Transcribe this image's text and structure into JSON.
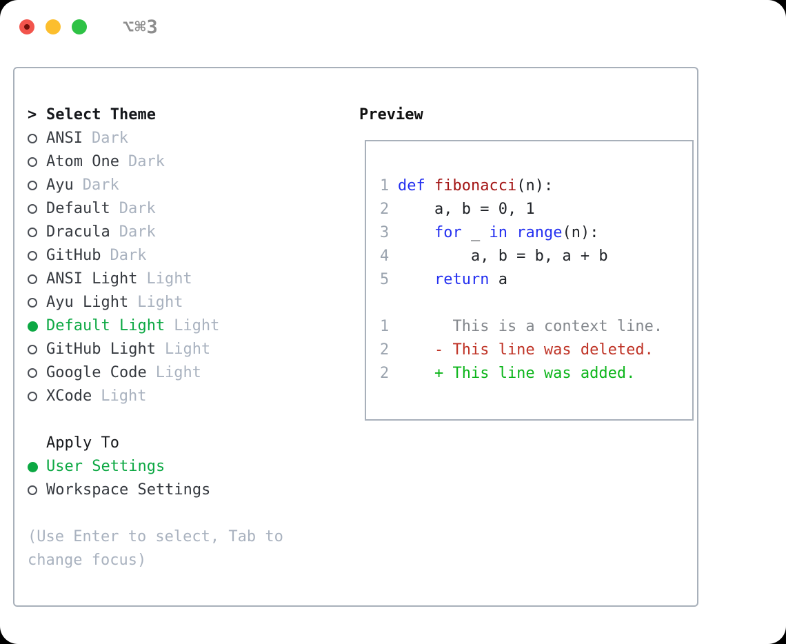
{
  "window": {
    "shortcut_label": "⌥⌘3"
  },
  "colors": {
    "accent_green": "#0ca843",
    "diff_added_green": "#0cb51a",
    "diff_deleted_red": "#bf3326",
    "keyword_blue": "#2430f0",
    "function_red": "#a31515",
    "muted_gray": "#a9b2bf",
    "gutter_gray": "#9aa3ae",
    "border_gray": "#a8b0ba",
    "traffic_red": "#f2544c",
    "traffic_yellow": "#fcbe2d",
    "traffic_green": "#2ec245"
  },
  "theme_selector": {
    "prompt": ">",
    "title": "Select Theme",
    "items": [
      {
        "label": "ANSI",
        "variant": "Dark",
        "selected": false
      },
      {
        "label": "Atom One",
        "variant": "Dark",
        "selected": false
      },
      {
        "label": "Ayu",
        "variant": "Dark",
        "selected": false
      },
      {
        "label": "Default",
        "variant": "Dark",
        "selected": false
      },
      {
        "label": "Dracula",
        "variant": "Dark",
        "selected": false
      },
      {
        "label": "GitHub",
        "variant": "Dark",
        "selected": false
      },
      {
        "label": "ANSI Light",
        "variant": "Light",
        "selected": false
      },
      {
        "label": "Ayu Light",
        "variant": "Light",
        "selected": false
      },
      {
        "label": "Default Light",
        "variant": "Light",
        "selected": true
      },
      {
        "label": "GitHub Light",
        "variant": "Light",
        "selected": false
      },
      {
        "label": "Google Code",
        "variant": "Light",
        "selected": false
      },
      {
        "label": "XCode",
        "variant": "Light",
        "selected": false
      }
    ]
  },
  "apply_to": {
    "title": "Apply To",
    "options": [
      {
        "label": "User Settings",
        "selected": true
      },
      {
        "label": "Workspace Settings",
        "selected": false
      }
    ]
  },
  "hint": "(Use Enter to select, Tab to change focus)",
  "preview": {
    "title": "Preview",
    "lines": [
      {
        "num": "1",
        "tokens": [
          {
            "text": "def",
            "style": "kw"
          },
          {
            "text": " ",
            "style": "pl"
          },
          {
            "text": "fibonacci",
            "style": "fn"
          },
          {
            "text": "(n):",
            "style": "pl"
          }
        ]
      },
      {
        "num": "2",
        "tokens": [
          {
            "text": "    a, b = 0, 1",
            "style": "pl"
          }
        ]
      },
      {
        "num": "3",
        "tokens": [
          {
            "text": "    ",
            "style": "pl"
          },
          {
            "text": "for",
            "style": "kw"
          },
          {
            "text": " _ ",
            "style": "pl"
          },
          {
            "text": "in",
            "style": "kw"
          },
          {
            "text": " ",
            "style": "pl"
          },
          {
            "text": "range",
            "style": "kw"
          },
          {
            "text": "(n):",
            "style": "pl"
          }
        ]
      },
      {
        "num": "4",
        "tokens": [
          {
            "text": "        a, b = b, a + b",
            "style": "pl"
          }
        ]
      },
      {
        "num": "5",
        "tokens": [
          {
            "text": "    ",
            "style": "pl"
          },
          {
            "text": "return",
            "style": "kw"
          },
          {
            "text": " a",
            "style": "pl"
          }
        ]
      },
      {
        "num": "",
        "tokens": []
      },
      {
        "num": "1",
        "tokens": [
          {
            "text": "      This is a context line.",
            "style": "ctx"
          }
        ]
      },
      {
        "num": "2",
        "tokens": [
          {
            "text": "    - This line was deleted.",
            "style": "del"
          }
        ]
      },
      {
        "num": "2",
        "tokens": [
          {
            "text": "    + This line was added.",
            "style": "add"
          }
        ]
      }
    ]
  }
}
